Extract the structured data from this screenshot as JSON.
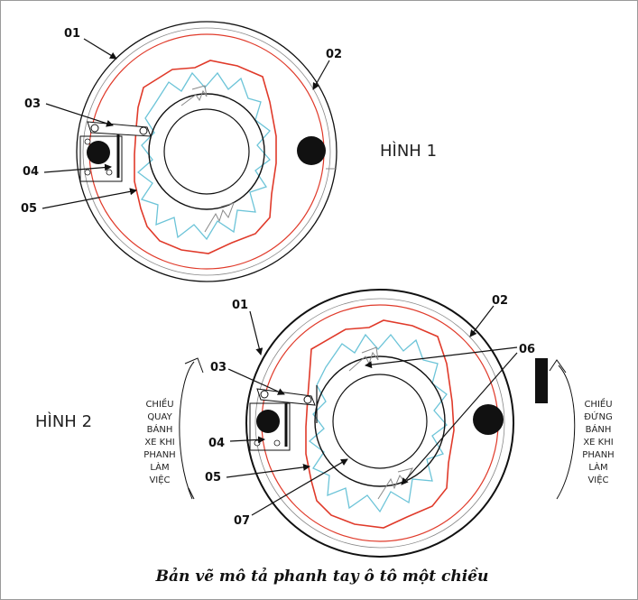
{
  "figure1": {
    "title": "HÌNH 1",
    "labels": {
      "l01": "01",
      "l02": "02",
      "l03": "03",
      "l04": "04",
      "l05": "05"
    }
  },
  "figure2": {
    "title": "HÌNH 2",
    "labels": {
      "l01": "01",
      "l02": "02",
      "l03": "03",
      "l04": "04",
      "l05": "05",
      "l06": "06",
      "l07": "07"
    },
    "left_note": [
      "CHIỀU",
      "QUAY",
      "BÁNH",
      "XE KHI",
      "PHANH",
      "LÀM",
      "VIỆC"
    ],
    "right_note": [
      "CHIỀU",
      "ĐỨNG",
      "BÁNH",
      "XE KHI",
      "PHANH",
      "LÀM",
      "VIỆC"
    ]
  },
  "caption": "Bản vẽ mô tả phanh tay ô tô một chiều",
  "colors": {
    "red": "#e03a2a",
    "cyan": "#6cc4d8",
    "black": "#111111",
    "gray": "#888888"
  }
}
